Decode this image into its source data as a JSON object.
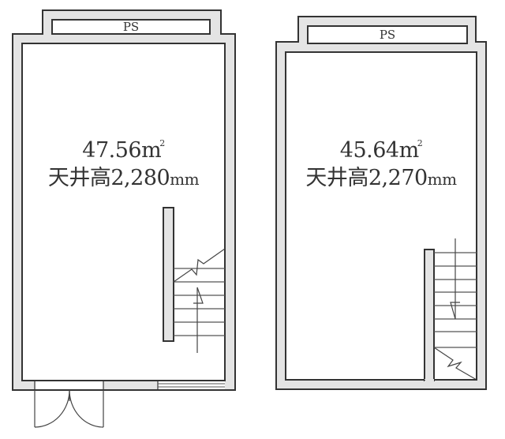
{
  "floor_plan": {
    "colors": {
      "wall_fill": "#e4e4e4",
      "wall_line": "#333333",
      "text": "#333333",
      "background": "#ffffff"
    },
    "units": [
      {
        "id": "left-unit",
        "ps_label": "PS",
        "area": "47.56",
        "area_unit": "m",
        "area_sup": "2",
        "ceiling_label": "天井高",
        "ceiling_value": "2,280",
        "ceiling_unit": "mm",
        "features": [
          "double-door-entrance",
          "window",
          "stair-up"
        ]
      },
      {
        "id": "right-unit",
        "ps_label": "PS",
        "area": "45.64",
        "area_unit": "m",
        "area_sup": "2",
        "ceiling_label": "天井高",
        "ceiling_value": "2,270",
        "ceiling_unit": "mm",
        "features": [
          "stair-down"
        ]
      }
    ]
  }
}
